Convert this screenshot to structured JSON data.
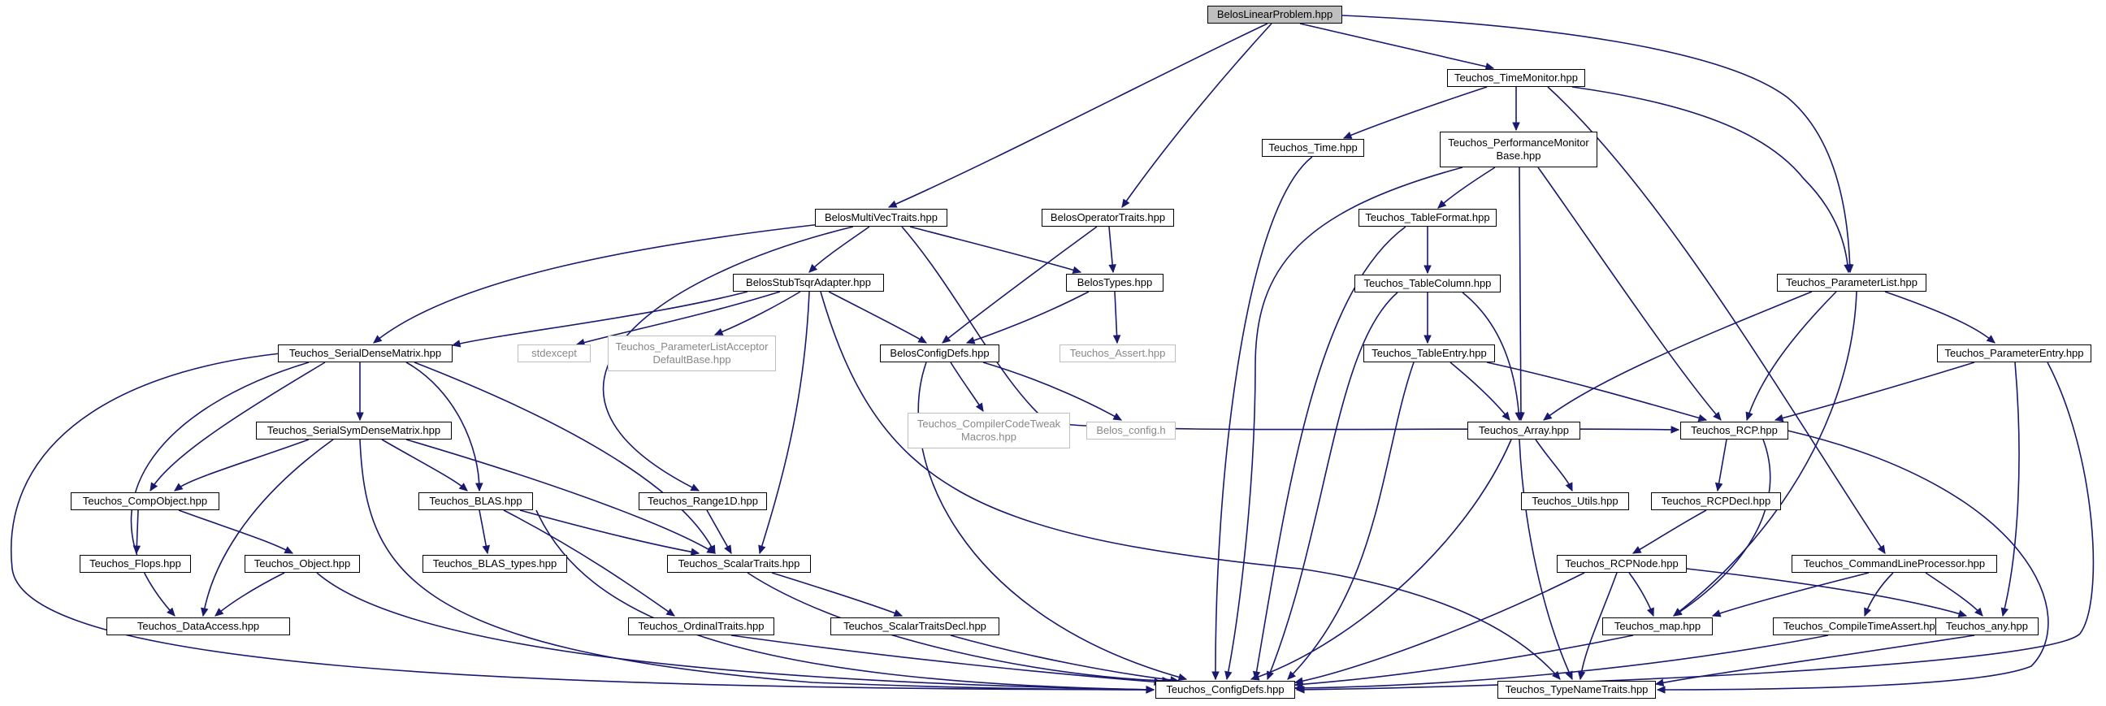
{
  "graph": {
    "nodes": {
      "BelosLinearProblem": "BelosLinearProblem.hpp",
      "BelosMultiVecTraits": "BelosMultiVecTraits.hpp",
      "BelosOperatorTraits": "BelosOperatorTraits.hpp",
      "TeuchosTimeMonitor": "Teuchos_TimeMonitor.hpp",
      "TeuchosTime": "Teuchos_Time.hpp",
      "TeuchosPerformanceMonitorBase": "Teuchos_PerformanceMonitor\nBase.hpp",
      "TeuchosTableFormat": "Teuchos_TableFormat.hpp",
      "TeuchosTableColumn": "Teuchos_TableColumn.hpp",
      "TeuchosTableEntry": "Teuchos_TableEntry.hpp",
      "TeuchosParameterList": "Teuchos_ParameterList.hpp",
      "TeuchosParameterEntry": "Teuchos_ParameterEntry.hpp",
      "BelosStubTsqrAdapter": "BelosStubTsqrAdapter.hpp",
      "BelosTypes": "BelosTypes.hpp",
      "TeuchosAssert": "Teuchos_Assert.hpp",
      "BelosConfigDefs": "BelosConfigDefs.hpp",
      "TeuchosSerialDenseMatrix": "Teuchos_SerialDenseMatrix.hpp",
      "stdexcept": "stdexcept",
      "TeuchosParameterListAcceptorDefaultBase": "Teuchos_ParameterListAcceptor\nDefaultBase.hpp",
      "TeuchosCompilerCodeTweakMacros": "Teuchos_CompilerCodeTweak\nMacros.hpp",
      "Belosconfig": "Belos_config.h",
      "TeuchosArray": "Teuchos_Array.hpp",
      "TeuchosRCP": "Teuchos_RCP.hpp",
      "TeuchosSerialSymDenseMatrix": "Teuchos_SerialSymDenseMatrix.hpp",
      "TeuchosUtils": "Teuchos_Utils.hpp",
      "TeuchosRCPDecl": "Teuchos_RCPDecl.hpp",
      "TeuchosCompObject": "Teuchos_CompObject.hpp",
      "TeuchosBLAS": "Teuchos_BLAS.hpp",
      "TeuchosRange1D": "Teuchos_Range1D.hpp",
      "TeuchosFlops": "Teuchos_Flops.hpp",
      "TeuchosObject": "Teuchos_Object.hpp",
      "TeuchosBLAStypes": "Teuchos_BLAS_types.hpp",
      "TeuchosScalarTraits": "Teuchos_ScalarTraits.hpp",
      "TeuchosRCPNode": "Teuchos_RCPNode.hpp",
      "TeuchosCommandLineProcessor": "Teuchos_CommandLineProcessor.hpp",
      "TeuchosDataAccess": "Teuchos_DataAccess.hpp",
      "TeuchosOrdinalTraits": "Teuchos_OrdinalTraits.hpp",
      "TeuchosScalarTraitsDecl": "Teuchos_ScalarTraitsDecl.hpp",
      "Teuchosmap": "Teuchos_map.hpp",
      "TeuchosCompileTimeAssert": "Teuchos_CompileTimeAssert.hpp",
      "Teuchosany": "Teuchos_any.hpp",
      "TeuchosConfigDefs": "Teuchos_ConfigDefs.hpp",
      "TeuchosTypeNameTraits": "Teuchos_TypeNameTraits.hpp"
    },
    "colors": {
      "edge": "#191970",
      "root_fill": "#bfbfbf",
      "node_border": "#000000",
      "external_border": "#bfbfbf"
    }
  }
}
